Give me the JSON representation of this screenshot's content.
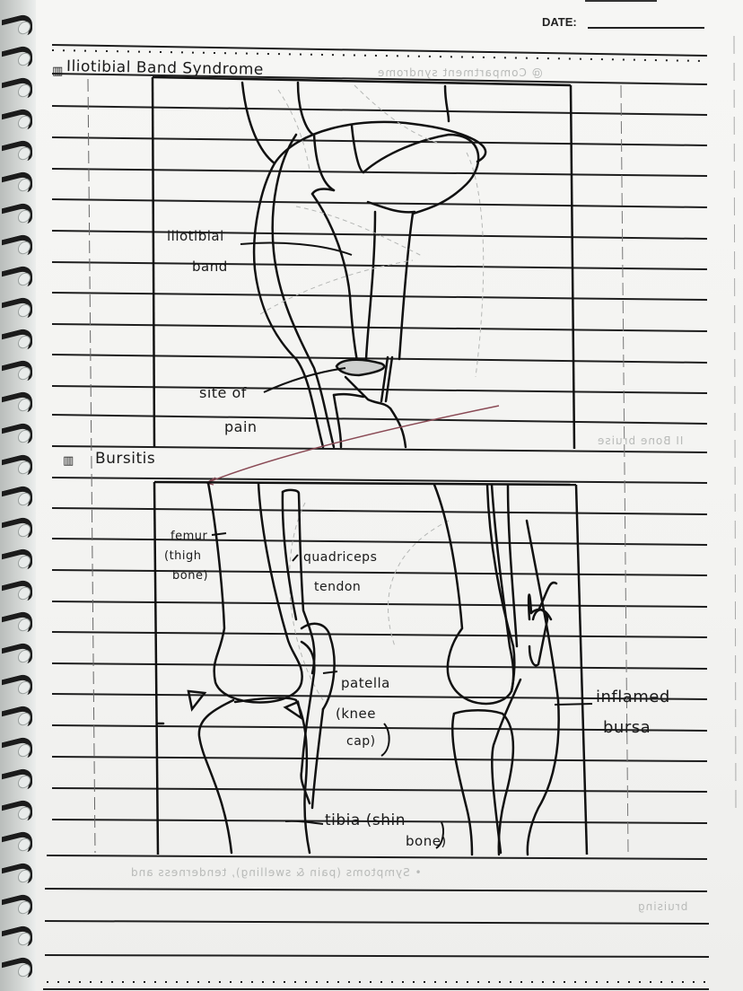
{
  "header": {
    "date_label": "DATE:",
    "date_value": ""
  },
  "sections": [
    {
      "number_icon": "roman-numeral-II-box",
      "title": "Iliotibial Band Syndrome",
      "diagram": "knee-lateral-view-iliotibial-band",
      "labels": [
        {
          "id": "itb",
          "line1": "iliotibial",
          "line2": "band"
        },
        {
          "id": "pain",
          "line1": "site of",
          "line2": "pain"
        }
      ]
    },
    {
      "number_icon": "roman-numeral-III-box",
      "title": "Bursitis",
      "diagram": "knee-sagittal-normal-vs-inflamed-bursa",
      "labels": [
        {
          "id": "femur",
          "line1": "femur",
          "line2": "(thigh",
          "line3": "bone)"
        },
        {
          "id": "quad",
          "line1": "quadriceps",
          "line2": "tendon"
        },
        {
          "id": "patella",
          "line1": "patella",
          "line2": "(knee",
          "line3": "cap)"
        },
        {
          "id": "tibia",
          "line1": "tibia (shin",
          "line2": "bone)"
        },
        {
          "id": "bursa",
          "line1": "inflamed",
          "line2": "bursa"
        }
      ]
    }
  ],
  "bleed_through": {
    "top_right": "@ Compartment syndrome",
    "mid_right": "II Bone bruise",
    "bottom_row1": "• Symptoms (pain & swelling), tenderness and",
    "bottom_row2": "bruising"
  },
  "colors": {
    "ink": "#1a1a1a",
    "red_pen": "#8a4a55",
    "paper": "#f5f5f3",
    "rule": "#1e1e1e"
  }
}
